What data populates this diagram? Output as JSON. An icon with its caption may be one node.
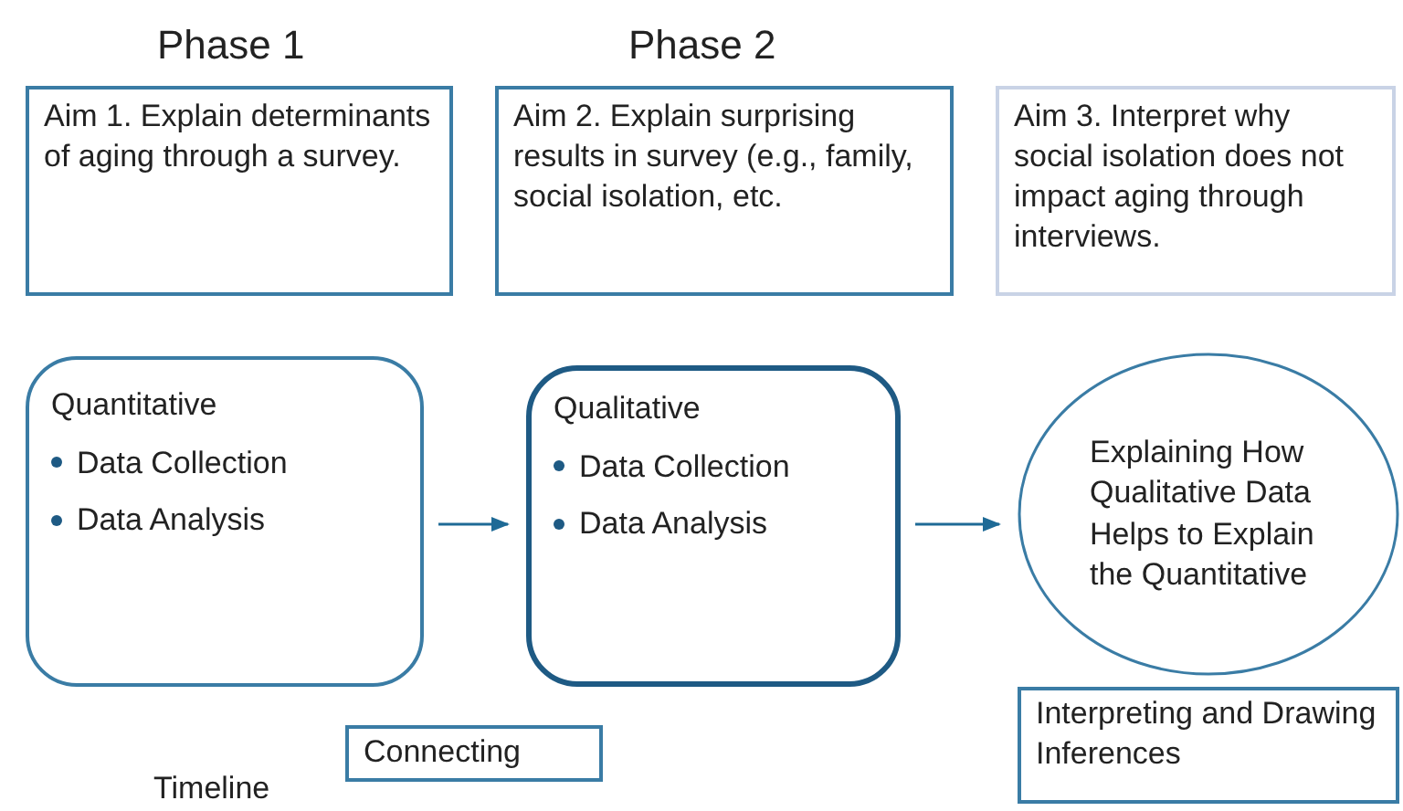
{
  "diagram": {
    "nodes": [
      {
        "text": [
          "Aim 1. Explain determinants of aging through a survey."
        ]
      },
      {
        "text": [
          "Aim 2. Explain surprising results in survey (e.g., family, social isolation, etc."
        ]
      },
      {
        "text": [
          "Aim 3. Interpret why social isolation does not impact aging through interviews."
        ]
      },
      {
        "text": [
          "Quantitative",
          "Data Collection",
          "Data Analysis"
        ]
      },
      {
        "text": [
          "Qualitative",
          "Data Collection",
          "Data Analysis"
        ]
      },
      {
        "text": [
          "Explaining How Qualitative Data Helps to Explain the Quantitative"
        ]
      },
      {
        "text": [
          "Connecting"
        ]
      },
      {
        "text": [
          "Interpreting and Drawing Inferences"
        ]
      }
    ],
    "edges": [
      {
        "from": 3,
        "to": 4,
        "arrow": "to"
      },
      {
        "from": 4,
        "to": 5,
        "arrow": "to"
      }
    ],
    "labels": [
      "Phase 1",
      "Phase 2",
      "Timeline"
    ]
  }
}
